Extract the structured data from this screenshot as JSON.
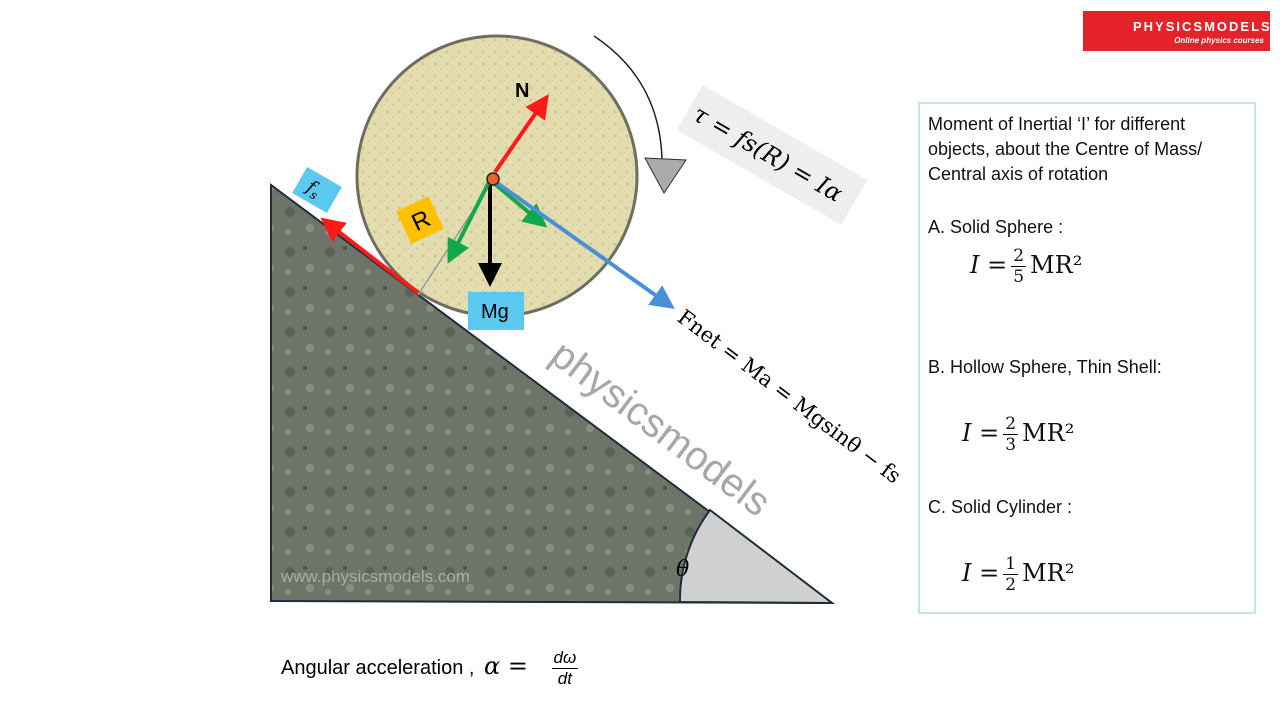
{
  "logo": {
    "name": "PHYSICSMODELS",
    "tagline": "Online physics courses"
  },
  "diagram": {
    "normal_label": "N",
    "weight_label": "Mg",
    "radius_label": "R",
    "friction_label": "f",
    "friction_sub": "s",
    "torque_eq": "τ = fs(R) = Iα",
    "net_force_eq": "Fnet = Ma = Mgsinθ − fs",
    "angle_label": "θ",
    "watermark": "physicsmodels",
    "website": "www.physicsmodels.com"
  },
  "angular_acceleration": {
    "label": "Angular acceleration ,",
    "symbol": "α =",
    "num": "dω",
    "den": "dt"
  },
  "panel": {
    "intro": "Moment of Inertial ‘I’  for different objects, about the Centre of Mass/ Central axis of rotation",
    "items": [
      {
        "label": "A.  Solid Sphere :",
        "lhs": "I =",
        "num": "2",
        "den": "5",
        "rhs": "MR²"
      },
      {
        "label": "B.  Hollow Sphere, Thin Shell:",
        "lhs": "I =",
        "num": "2",
        "den": "3",
        "rhs": "MR²"
      },
      {
        "label": "C.  Solid Cylinder :",
        "lhs": "I =",
        "num": "1",
        "den": "2",
        "rhs": "MR²"
      }
    ]
  },
  "colors": {
    "normal": "#ff1a1a",
    "friction": "#ff1a1a",
    "green": "#10a84a",
    "blue": "#4a90d9",
    "label_bg": "#5bc8f0",
    "r_bg": "#ffc000",
    "logo_bg": "#e3222a"
  }
}
